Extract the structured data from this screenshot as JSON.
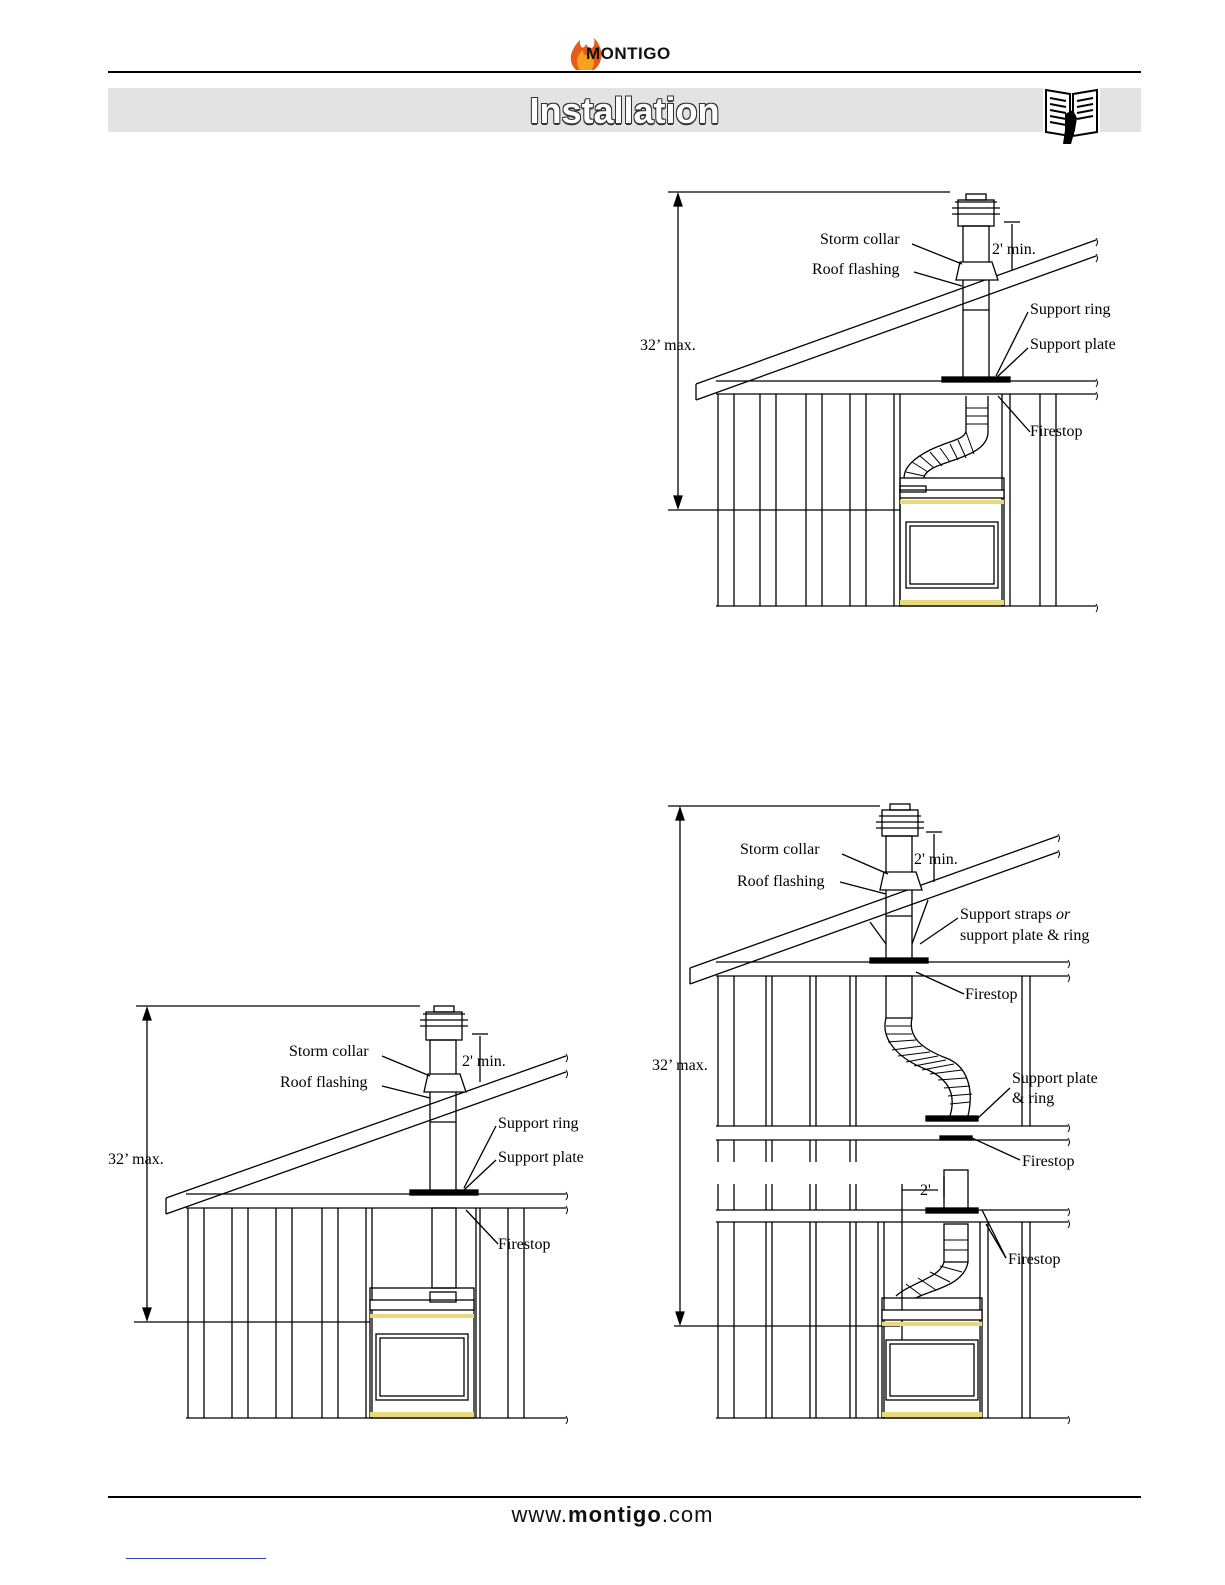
{
  "header": {
    "brand": "MONTIGO",
    "section_title": "Installation"
  },
  "footer": {
    "website_prefix": "www.",
    "website_domain": "montigo",
    "website_suffix": ".com"
  },
  "diagrams": {
    "top_right": {
      "height_label": "32’ max.",
      "labels": {
        "storm_collar": "Storm collar",
        "roof_flashing": "Roof flashing",
        "two_min": "2' min.",
        "support_ring": "Support ring",
        "support_plate": "Support plate",
        "firestop": "Firestop"
      }
    },
    "bottom_left": {
      "height_label": "32’ max.",
      "labels": {
        "storm_collar": "Storm collar",
        "roof_flashing": "Roof flashing",
        "two_min": "2' min.",
        "support_ring": "Support ring",
        "support_plate": "Support plate",
        "firestop": "Firestop"
      }
    },
    "bottom_right": {
      "height_label": "32’ max.",
      "labels": {
        "storm_collar": "Storm collar",
        "roof_flashing": "Roof flashing",
        "two_min": "2' min.",
        "support_straps_1": "Support straps",
        "support_straps_or": "or",
        "support_straps_2": "support plate & ring",
        "firestop_1": "Firestop",
        "support_plate_ring_1": "Support plate",
        "support_plate_ring_2": "& ring",
        "firestop_2": "Firestop",
        "offset": "2'",
        "firestop_3": "Firestop"
      }
    }
  }
}
